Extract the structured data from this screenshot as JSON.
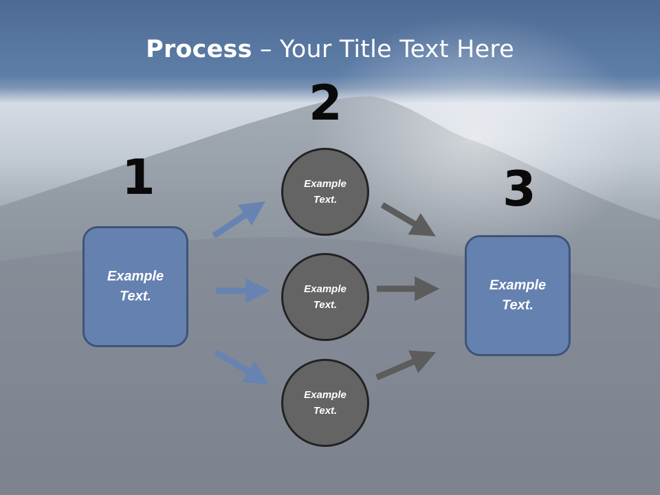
{
  "title": {
    "bold": "Process",
    "rest": " – Your Title Text Here"
  },
  "steps": {
    "n1": "1",
    "n2": "2",
    "n3": "3"
  },
  "left_box": {
    "text": "Example Text."
  },
  "right_box": {
    "text": "Example Text."
  },
  "circles": [
    {
      "text": "Example Text."
    },
    {
      "text": "Example Text."
    },
    {
      "text": "Example Text."
    }
  ],
  "colors": {
    "box_fill": "#6581b0",
    "box_border": "#3e5479",
    "circle_fill": "#646464",
    "blue_arrow": "#6783b2",
    "gray_arrow": "#5c5c5c"
  }
}
